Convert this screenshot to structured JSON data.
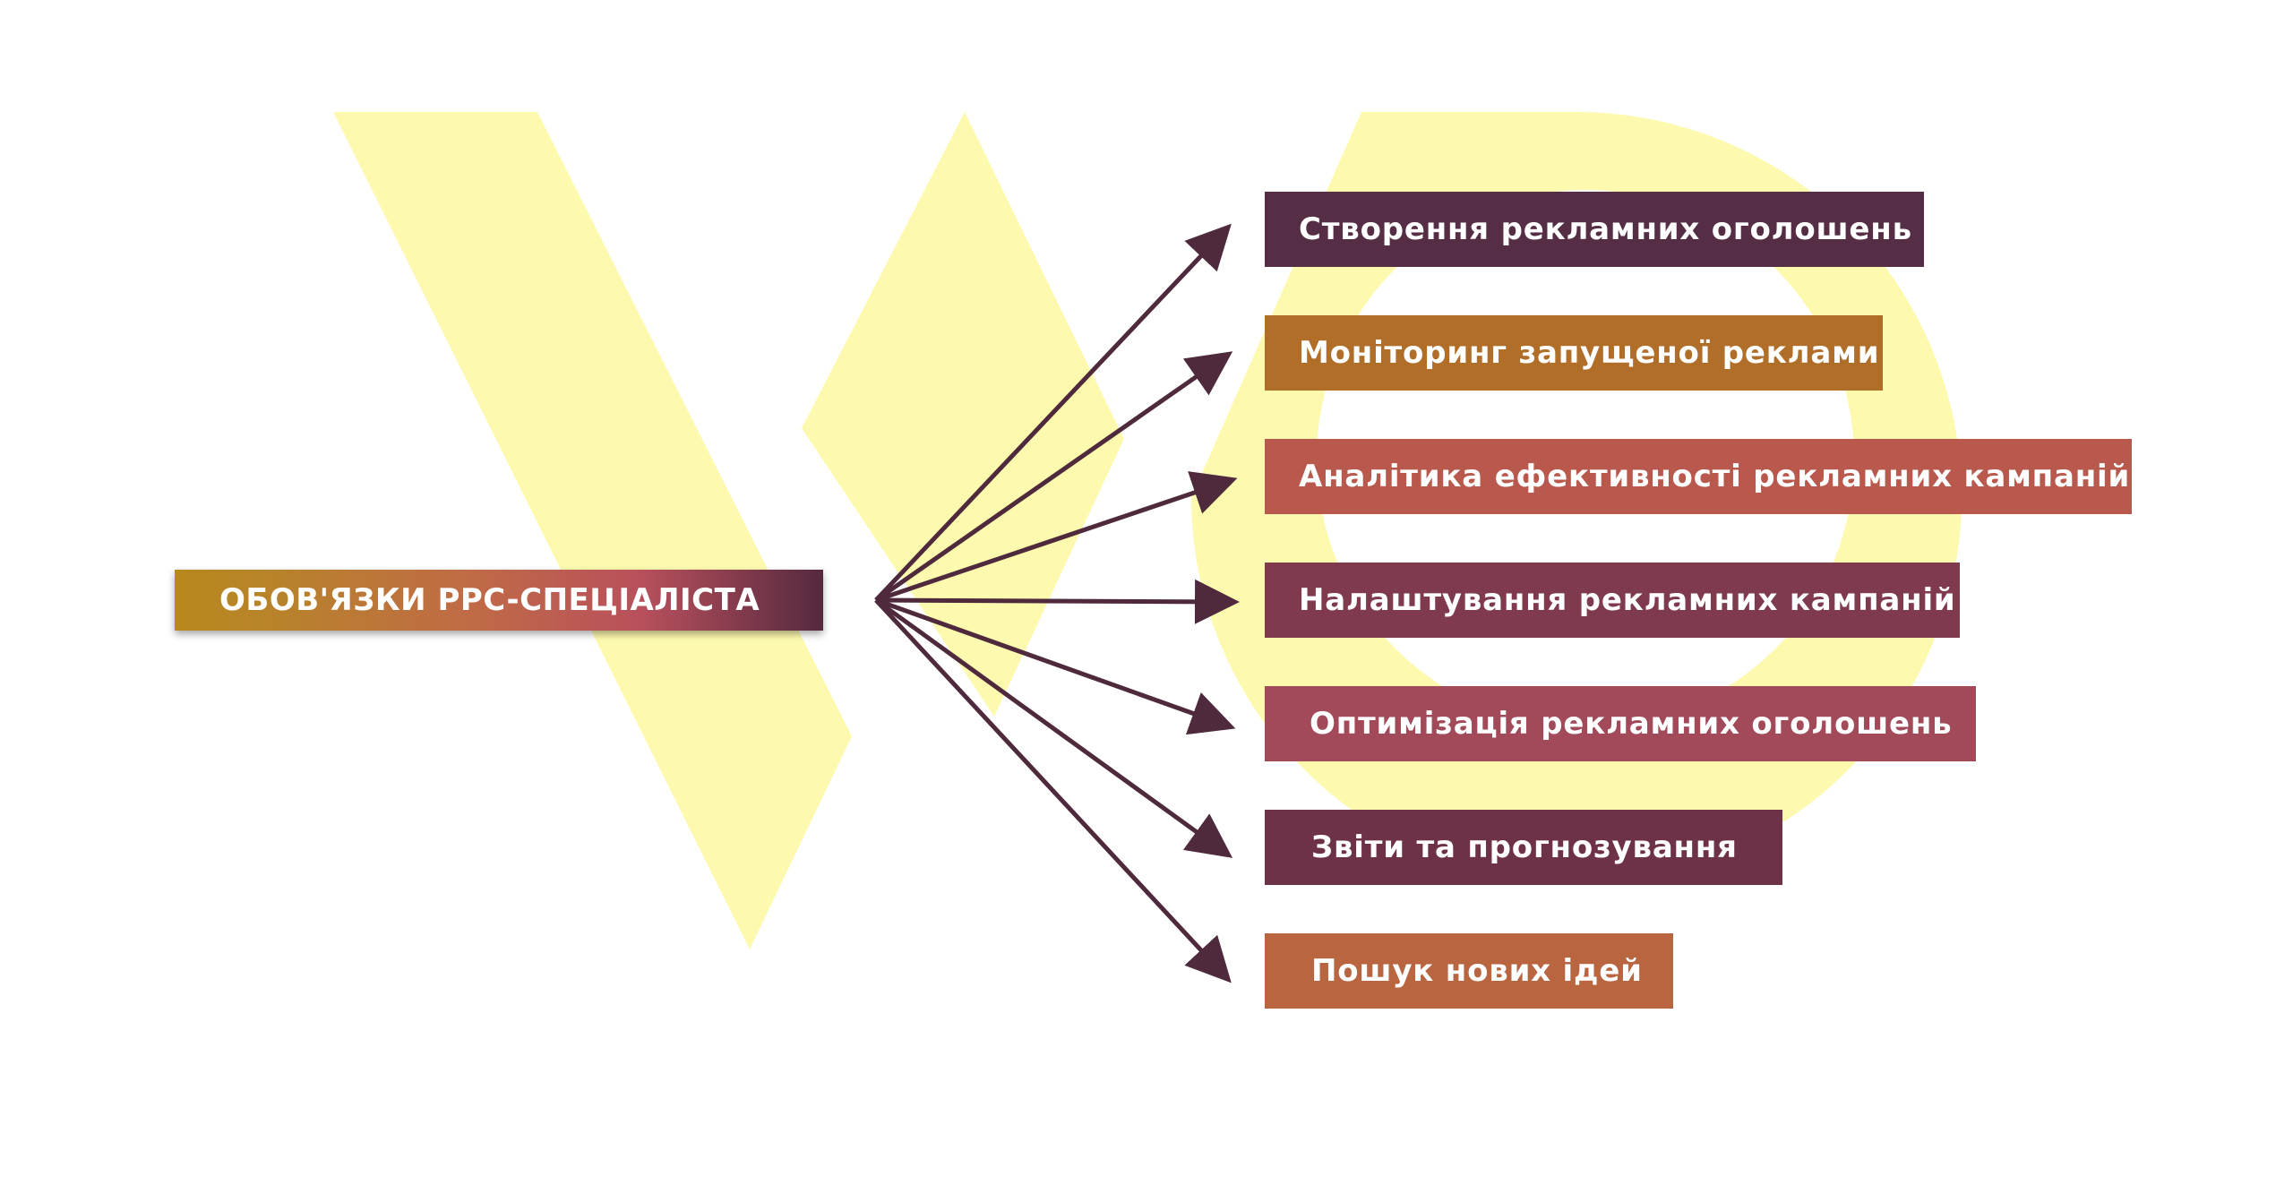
{
  "main_label": "ОБОВ'ЯЗКИ PPC-СПЕЦІАЛІСТА",
  "duties": [
    {
      "label": "Створення рекламних оголошень",
      "color": "#552d44"
    },
    {
      "label": "Моніторинг запущеної реклами",
      "color": "#b06e28"
    },
    {
      "label": "Аналітика ефективності рекламних кампаній",
      "color": "#b9594e"
    },
    {
      "label": "Налаштування рекламних кампаній",
      "color": "#7f3a4e"
    },
    {
      "label": "Оптимізація рекламних оголошень",
      "color": "#a24a5a"
    },
    {
      "label": "Звіти та прогнозування",
      "color": "#6e3248"
    },
    {
      "label": "Пошук нових ідей",
      "color": "#b86540"
    }
  ],
  "colors": {
    "arrow": "#4e2a3c",
    "watermark": "#fdfab0",
    "text": "#ffffff"
  }
}
